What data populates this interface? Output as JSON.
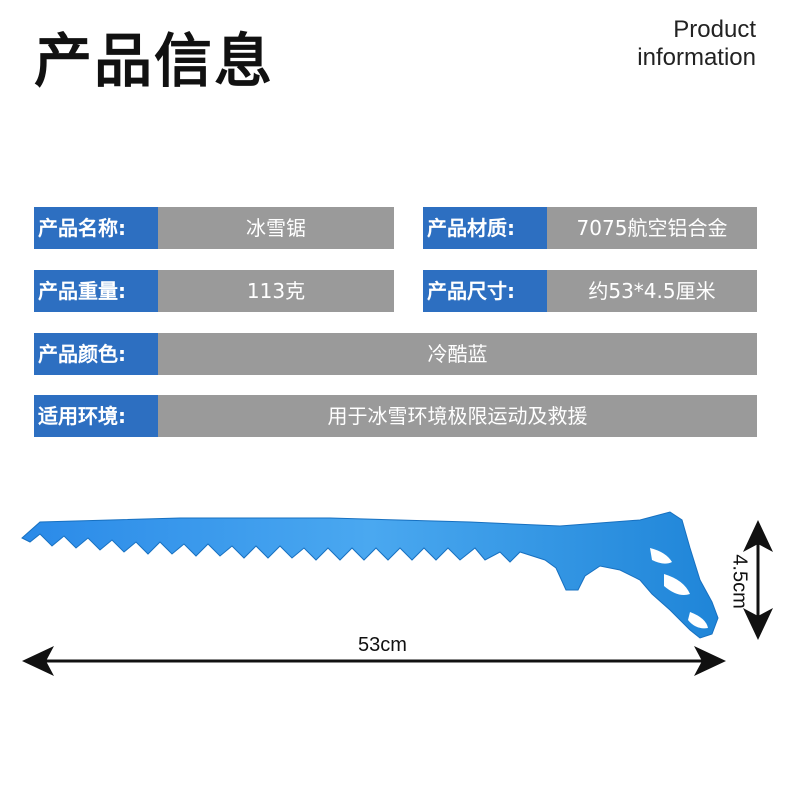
{
  "header": {
    "title_cn": "产品信息",
    "title_en_line1": "Product",
    "title_en_line2": "information"
  },
  "specs": {
    "name": {
      "label": "产品名称:",
      "value": "冰雪锯"
    },
    "material": {
      "label": "产品材质:",
      "value": "7075航空铝合金"
    },
    "weight": {
      "label": "产品重量:",
      "value": "113克"
    },
    "size": {
      "label": "产品尺寸:",
      "value": "约53*4.5厘米"
    },
    "color": {
      "label": "产品颜色:",
      "value": "冷酷蓝"
    },
    "usage": {
      "label": "适用环境:",
      "value": "用于冰雪环境极限运动及救援"
    }
  },
  "dimensions": {
    "length": "53cm",
    "height": "4.5cm"
  },
  "colors": {
    "label_bg": "#2d6fc1",
    "value_bg": "#9a9a9a",
    "saw_blue": "#1e90e0"
  }
}
